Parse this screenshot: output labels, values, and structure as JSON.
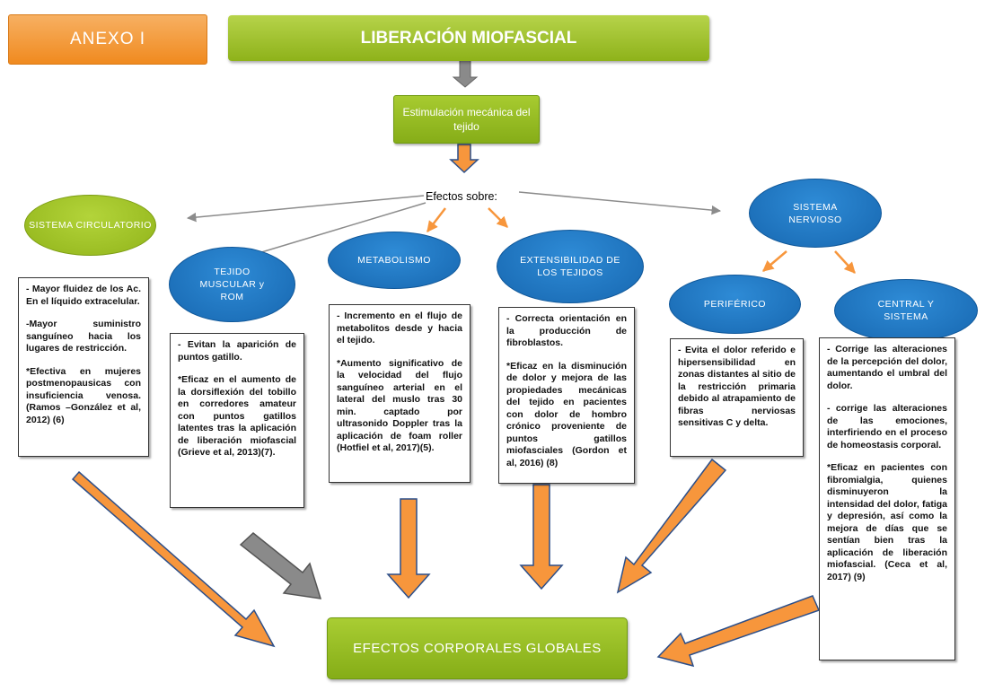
{
  "annex_label": "ANEXO I",
  "title": "LIBERACIÓN  MIOFASCIAL",
  "stimulation": "Estimulación mecánica del tejido",
  "effects_label": "Efectos sobre:",
  "nodes": {
    "circulatory": "SISTEMA CIRCULATORIO",
    "muscular": "TEJIDO MUSCULAR y ROM",
    "metabolism": "METABOLISMO",
    "extensibility": "EXTENSIBILIDAD DE LOS TEJIDOS",
    "nervous": "SISTEMA NERVIOSO",
    "peripheral": "PERIFÉRICO",
    "central": "CENTRAL Y SISTEMA"
  },
  "boxes": {
    "circulatory": [
      "- Mayor fluidez de los Ac. En el líquido extracelular.",
      "-Mayor suministro sanguíneo hacia los lugares de restricción.",
      "*Efectiva en mujeres postmenopausicas con insuficiencia venosa. (Ramos –González et al, 2012) (6)"
    ],
    "muscular": [
      "- Evitan la aparición de puntos gatillo.",
      "*Eficaz en el aumento de la dorsiflexión del tobillo en corredores amateur con puntos gatillos latentes tras la aplicación de liberación miofascial (Grieve et al, 2013)(7)."
    ],
    "metabolism": [
      "- Incremento en el flujo de metabolitos desde y hacia el tejido.",
      "*Aumento significativo de la velocidad del flujo sanguíneo arterial en el lateral del muslo tras 30 min. captado por ultrasonido Doppler tras la aplicación de foam roller (Hotfiel et al, 2017)(5)."
    ],
    "extensibility": [
      "- Correcta orientación en la producción de fibroblastos.",
      "*Eficaz en la disminución de dolor y mejora de las propiedades mecánicas del tejido en pacientes con dolor de hombro crónico proveniente de puntos gatillos miofasciales (Gordon et al, 2016) (8)"
    ],
    "peripheral": [
      "- Evita el dolor referido e hipersensibilidad en zonas distantes al sitio de la restricción primaria debido al atrapamiento de fibras nerviosas sensitivas C y delta."
    ],
    "central": [
      "- Corrige las alteraciones de la percepción del dolor, aumentando el umbral del dolor.",
      "- corrige las alteraciones de las emociones, interfiriendo en el proceso de homeostasis corporal.",
      "*Eficaz en pacientes con fibromialgia, quienes disminuyeron la intensidad del dolor, fatiga y depresión, así como la mejora de días que se sentían bien tras la aplicación de liberación miofascial. (Ceca et al, 2017) (9)"
    ]
  },
  "global_effects": "EFECTOS CORPORALES GLOBALES",
  "colors": {
    "orange_arrow": "#f7963c",
    "gray_arrow": "#7f7f7f",
    "green": "#9bbb2a",
    "blue": "#1f75c4",
    "orange": "#f39224"
  }
}
